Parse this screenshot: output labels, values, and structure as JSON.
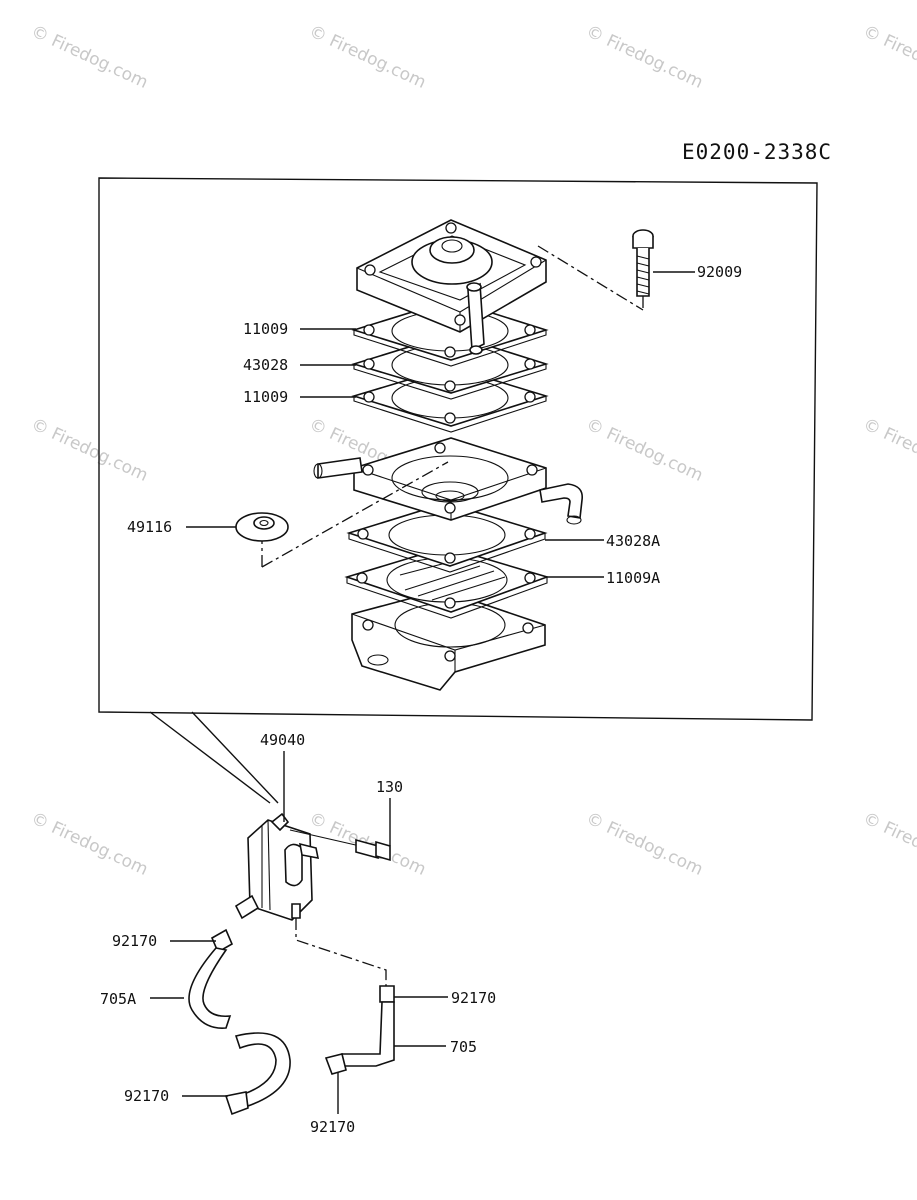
{
  "diagram_code": "E0200-2338C",
  "watermark": "© Firedog.com",
  "parts": {
    "screw": "92009",
    "diaphragm_top": "11009",
    "gasket_top": "43028",
    "diaphragm_mid": "11009",
    "valve": "49116",
    "gasket_lower": "43028A",
    "diaphragm_lower": "11009A",
    "fuel_pump": "49040",
    "bolt": "130",
    "clamp_upper_left": "92170",
    "hose_left": "705A",
    "clamp_lower_left": "92170",
    "clamp_upper_right": "92170",
    "hose_right": "705",
    "clamp_lower_right": "92170"
  }
}
